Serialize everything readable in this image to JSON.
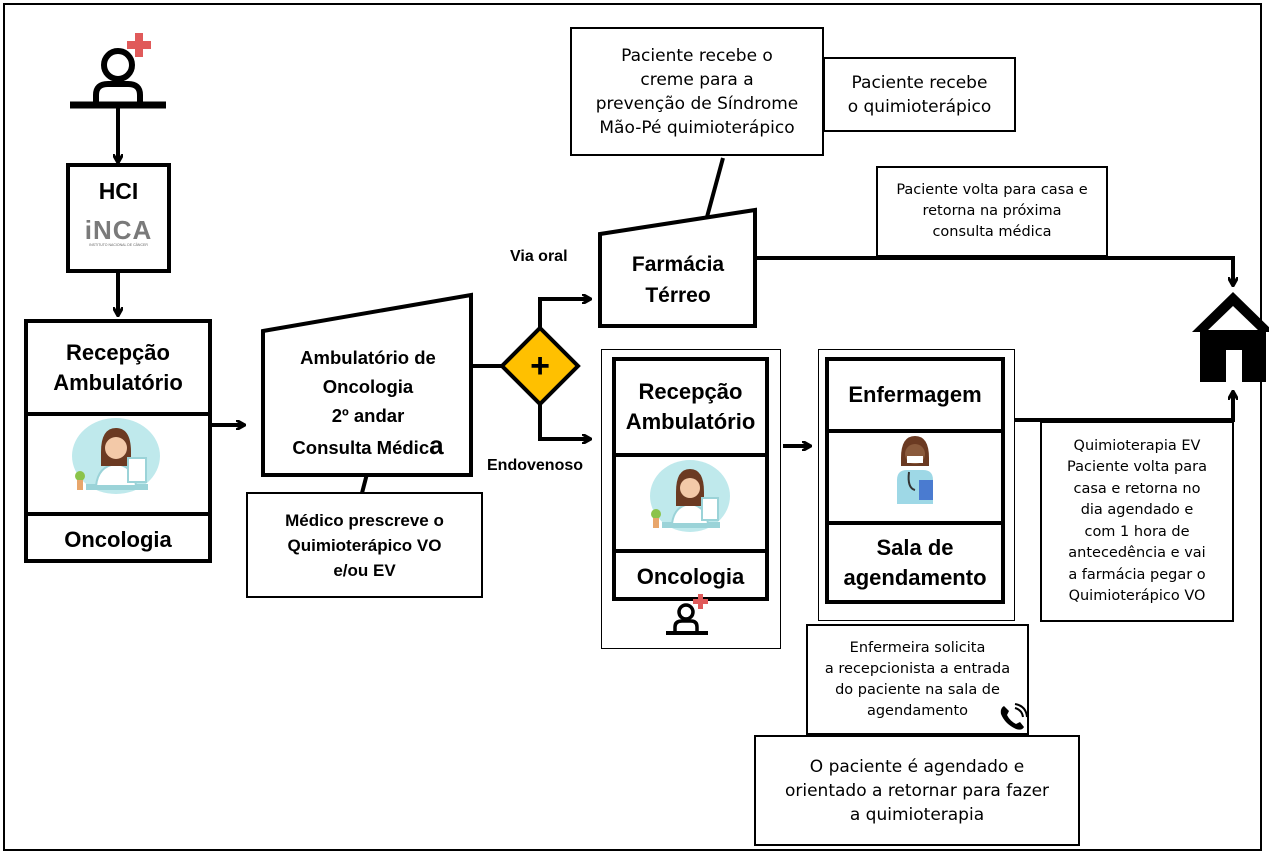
{
  "hci": {
    "label": "HCI",
    "logo_text": "iNCA",
    "logo_subtitle": "INSTITUTO NACIONAL DE CÂNCER"
  },
  "reception_left": {
    "top": "Recepção\nAmbulatório",
    "bottom": "Oncologia"
  },
  "ambulatorio": {
    "line1": "Ambulatório de\nOncologia\n2º andar",
    "line2": "Consulta Médic",
    "last_letter": "a"
  },
  "medico_note": "Médico prescreve o\nQuimioterápico VO\ne/ou EV",
  "gateway": {
    "symbol": "+"
  },
  "labels": {
    "via_oral": "Via oral",
    "endovenoso": "Endovenoso"
  },
  "farmacia": "Farmácia\nTérreo",
  "note_creme": "Paciente recebe o\ncreme para a\nprevenção de Síndrome\nMão-Pé quimioterápico",
  "note_quimio": "Paciente recebe\no quimioterápico",
  "note_casa": "Paciente volta para casa e\nretorna na próxima\nconsulta médica",
  "reception_mid": {
    "top": "Recepção\nAmbulatório",
    "bottom": "Oncologia"
  },
  "enfermagem": {
    "top": "Enfermagem",
    "bottom": "Sala de\nagendamento"
  },
  "note_ev": "Quimioterapia EV\nPaciente volta para\ncasa e retorna no\ndia agendado e\ncom 1 hora de\nantecedência e vai\na farmácia pegar o\nQuimioterápico VO",
  "note_enfermeira": "Enfermeira solicita\na recepcionista a entrada\ndo paciente na sala de\nagendamento",
  "note_agendado": "O paciente é agendado e\norientado a retornar para fazer\na quimioterapia",
  "colors": {
    "gateway": "#FFC000",
    "cross": "#E05A5A",
    "skin": "#F3C9A8",
    "teal": "#7FD3D8",
    "uniform": "#9ED8E6",
    "hair": "#6B3A22"
  }
}
